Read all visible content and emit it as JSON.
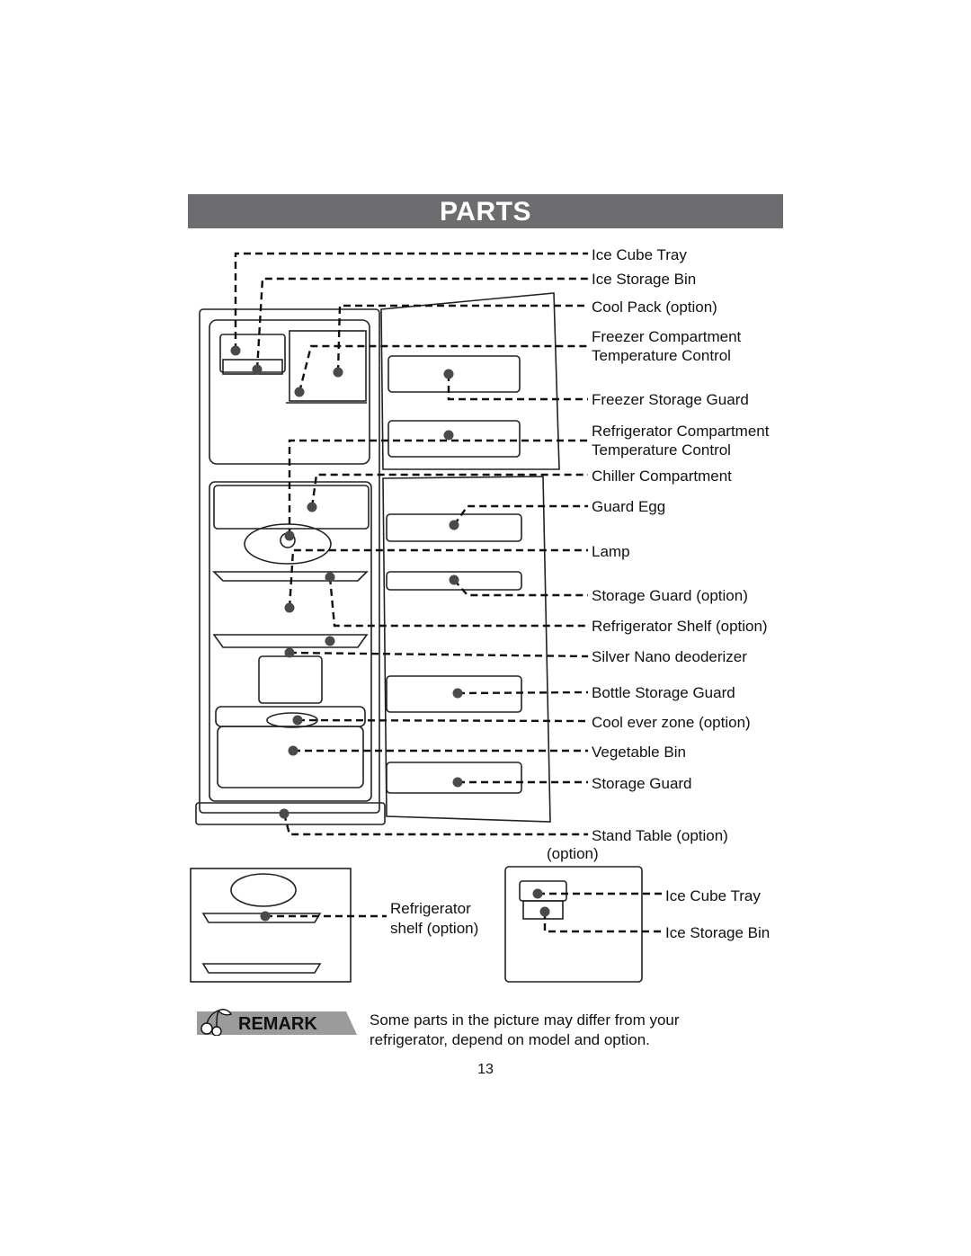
{
  "title": "PARTS",
  "labels": {
    "ice_cube_tray": "Ice Cube Tray",
    "ice_storage_bin": "Ice Storage Bin",
    "cool_pack": "Cool Pack (option)",
    "freezer_temp_1": "Freezer Compartment",
    "freezer_temp_2": "Temperature Control",
    "freezer_storage_guard": "Freezer Storage Guard",
    "fridge_temp_1": "Refrigerator Compartment",
    "fridge_temp_2": "Temperature Control",
    "chiller": "Chiller Compartment",
    "guard_egg": "Guard Egg",
    "lamp": "Lamp",
    "storage_guard_option": "Storage Guard (option)",
    "fridge_shelf_option": "Refrigerator Shelf (option)",
    "silver_nano": "Silver Nano deoderizer",
    "bottle_guard": "Bottle Storage Guard",
    "cool_ever_zone": "Cool ever zone (option)",
    "vegetable_bin": "Vegetable Bin",
    "storage_guard": "Storage Guard",
    "stand_table": "Stand Table (option)"
  },
  "option_section": {
    "heading": "(option)",
    "refrigerator_shelf_1": "Refrigerator",
    "refrigerator_shelf_2": "shelf (option)",
    "ice_cube_tray": "Ice Cube Tray",
    "ice_storage_bin": "Ice Storage Bin"
  },
  "remark": {
    "badge": "REMARK",
    "line1": "Some parts in the picture may differ from your",
    "line2": "refrigerator, depend on model and option."
  },
  "page_number": "13"
}
